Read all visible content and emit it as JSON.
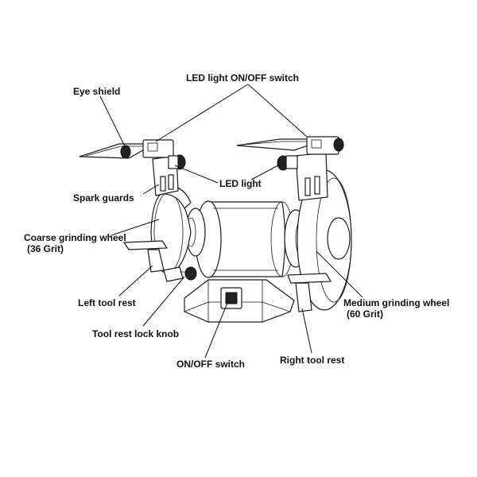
{
  "labels": {
    "eye_shield": "Eye shield",
    "led_switch": "LED light ON/OFF switch",
    "led_light": "LED light",
    "spark_guards": "Spark guards",
    "coarse_wheel_line1": "Coarse grinding wheel",
    "coarse_wheel_line2": "(36 Grit)",
    "left_tool_rest": "Left tool rest",
    "lock_knob": "Tool rest lock knob",
    "onoff_switch": "ON/OFF switch",
    "right_tool_rest": "Right tool rest",
    "medium_wheel_line1": "Medium grinding wheel",
    "medium_wheel_line2": "(60 Grit)"
  }
}
